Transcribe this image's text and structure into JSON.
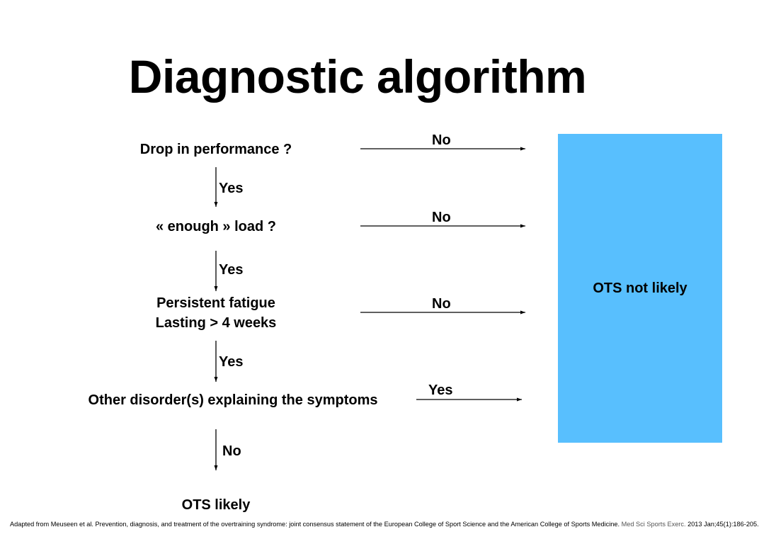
{
  "title": "Diagnostic algorithm",
  "nodes": {
    "q1": "Drop in performance ?",
    "q2": "« enough » load ?",
    "q3_line1": "Persistent fatigue",
    "q3_line2": "Lasting > 4 weeks",
    "q4": "Other disorder(s) explaining the symptoms",
    "end_likely": "OTS likely",
    "end_not_likely": "OTS not likely"
  },
  "edge_labels": {
    "q1_side": "No",
    "q2_side": "No",
    "q3_side": "No",
    "q4_side": "Yes",
    "q1_down": "Yes",
    "q2_down": "Yes",
    "q3_down": "Yes",
    "q4_down": "No"
  },
  "colors": {
    "outcome_box": "#58bffe"
  },
  "citation": {
    "main": "Adapted from Meuseen et al. Prevention, diagnosis, and treatment of the overtraining syndrome: joint consensus statement of the European College of Sport Science and the American College of Sports Medicine.",
    "journal": "Med Sci Sports Exerc.",
    "details": "2013 Jan;45(1):186-205."
  }
}
